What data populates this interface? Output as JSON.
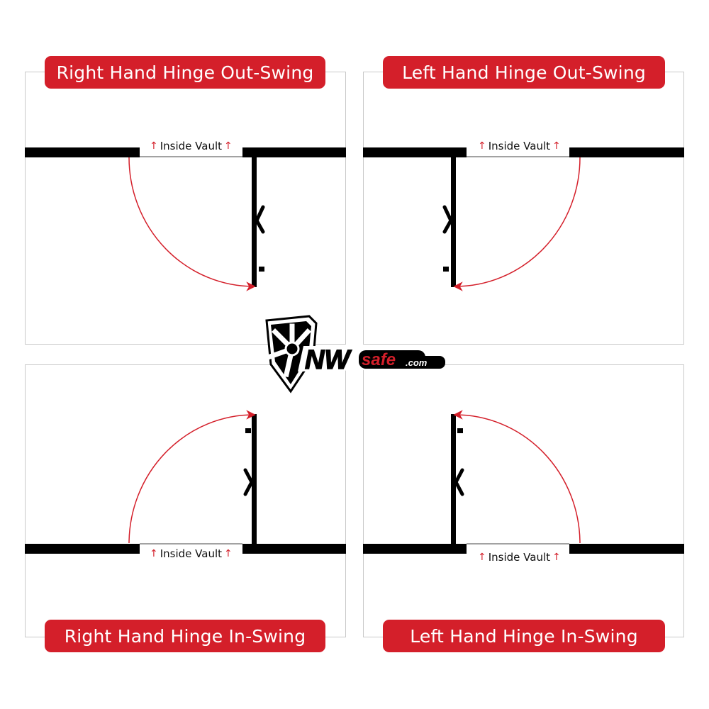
{
  "colors": {
    "accent_red": "#d41f2a",
    "wall_black": "#000000",
    "frame_gray": "#c8c8c8",
    "text_white": "#ffffff"
  },
  "panels": [
    {
      "id": "rh-out",
      "title": "Right Hand Hinge Out-Swing",
      "label": "Inside Vault",
      "hinge": "right",
      "swing": "out"
    },
    {
      "id": "lh-out",
      "title": "Left Hand Hinge Out-Swing",
      "label": "Inside Vault",
      "hinge": "left",
      "swing": "out"
    },
    {
      "id": "rh-in",
      "title": "Right Hand Hinge In-Swing",
      "label": "Inside Vault",
      "hinge": "right",
      "swing": "in"
    },
    {
      "id": "lh-in",
      "title": "Left Hand Hinge In-Swing",
      "label": "Inside Vault",
      "hinge": "left",
      "swing": "in"
    }
  ],
  "icons": {
    "up_arrow": "↑",
    "vault_label_arrow": "arrow-up-icon",
    "handle": "safe-handle-icon",
    "lock": "lock-knob-icon",
    "swing_arc": "swing-arc-arrow-icon"
  },
  "logo": {
    "brand_left": "NW",
    "brand_right": "safe",
    "domain": ".com"
  }
}
